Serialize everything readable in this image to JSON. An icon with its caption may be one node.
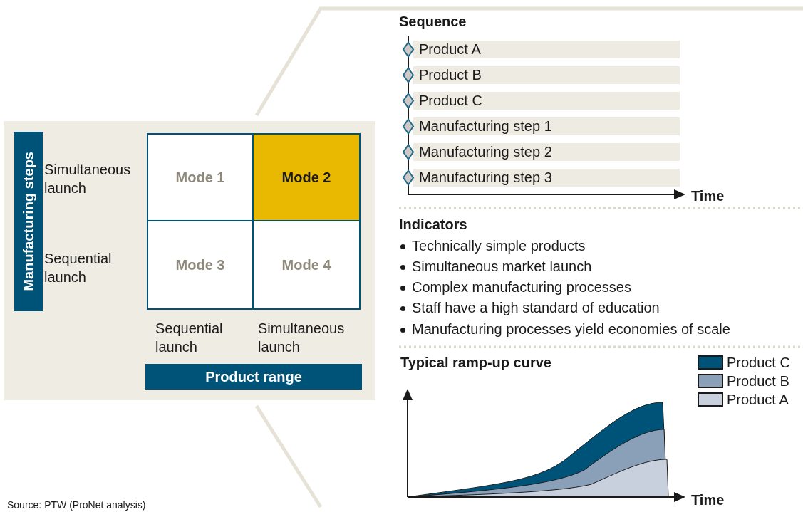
{
  "diagram": {
    "caption": "Source: PTW (ProNet analysis)",
    "nodes": [
      {
        "text": [
          "Manufacturing steps"
        ]
      },
      {
        "text": [
          "Mode 1"
        ]
      },
      {
        "text": [
          "Mode 2"
        ]
      },
      {
        "text": [
          "Mode 3"
        ]
      },
      {
        "text": [
          "Mode 4"
        ]
      },
      {
        "text": [
          "Product range"
        ]
      },
      {
        "text": [
          "Product A"
        ]
      },
      {
        "text": [
          "Product B"
        ]
      },
      {
        "text": [
          "Product C"
        ]
      },
      {
        "text": [
          "Manufacturing step 1"
        ]
      },
      {
        "text": [
          "Manufacturing step 2"
        ]
      },
      {
        "text": [
          "Manufacturing step 3"
        ]
      }
    ],
    "labels": [
      "Simultaneous launch",
      "Sequential launch",
      "Sequential launch",
      "Simultaneous launch",
      "Sequence",
      "Time",
      "Indicators",
      "Technically simple products",
      "Simultaneous market launch",
      "Complex manufacturing processes",
      "Staff have a high standard of education",
      "Manufacturing processes yield economies of scale",
      "Typical ramp-up curve",
      "Time"
    ],
    "legend": [
      {
        "text": "Product C",
        "color": "#005378"
      },
      {
        "text": "Product B",
        "color": "#8aa0b8"
      },
      {
        "text": "Product A",
        "color": "#c8d0de"
      }
    ]
  }
}
